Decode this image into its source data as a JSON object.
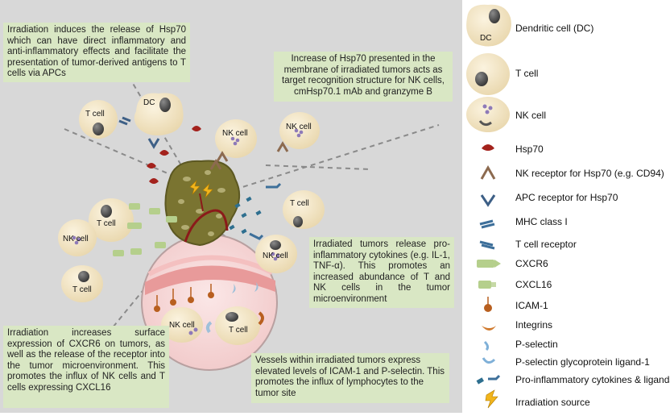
{
  "boxes": {
    "hsp70_release": "Irradiation induces the release of Hsp70 which can have direct inflammatory and anti-inflammatory effects and facilitate the presentation of tumor-derived antigens to T cells via APCs",
    "membrane_hsp70": "Increase of Hsp70 presented in the membrane of irradiated tumors acts as target recognition structure for NK cells, cmHsp70.1 mAb and granzyme B",
    "cytokines": "Irradiated tumors release pro-inflammatory cytokines (e.g. IL-1, TNF-α). This promotes an increased abundance of T and NK cells in the tumor microenvironment",
    "cxcr6": "Irradiation increases surface expression of CXCR6 on tumors, as well as the release of the receptor into the tumor microenvironment. This promotes the influx of NK cells and T cells expressing CXCL16",
    "vessels": "Vessels within irradiated tumors express elevated levels of ICAM-1 and P-selectin. This promotes the influx of lymphocytes to the tumor site"
  },
  "cell_labels": {
    "dc": "DC",
    "t_cell": "T cell",
    "nk_cell": "NK cell"
  },
  "legend": {
    "dc": "Dendritic cell (DC)",
    "dc_icon_label": "DC",
    "t_cell": "T cell",
    "nk_cell": "NK cell",
    "hsp70": "Hsp70",
    "nk_receptor": "NK receptor for Hsp70 (e.g. CD94)",
    "apc_receptor": "APC receptor for Hsp70",
    "mhc": "MHC class I",
    "tcr": "T cell receptor",
    "cxcr6": "CXCR6",
    "cxcl16": "CXCL16",
    "icam": "ICAM-1",
    "integrins": "Integrins",
    "pselectin": "P-selectin",
    "psgl": "P-selectin glycoprotein ligand-1",
    "cytokines": "Pro-inflammatory cytokines & ligands",
    "irradiation": "Irradiation source"
  },
  "colors": {
    "panel": "#d8d8d8",
    "textbox": "#d9e7c4",
    "cell_fill": "#f3e6c8",
    "nucleus": "#555555",
    "tumor": "#7a7431",
    "hsp70": "#a3221c",
    "cxcr6": "#b5cf8c",
    "cytokine": "#2e6f8f"
  }
}
